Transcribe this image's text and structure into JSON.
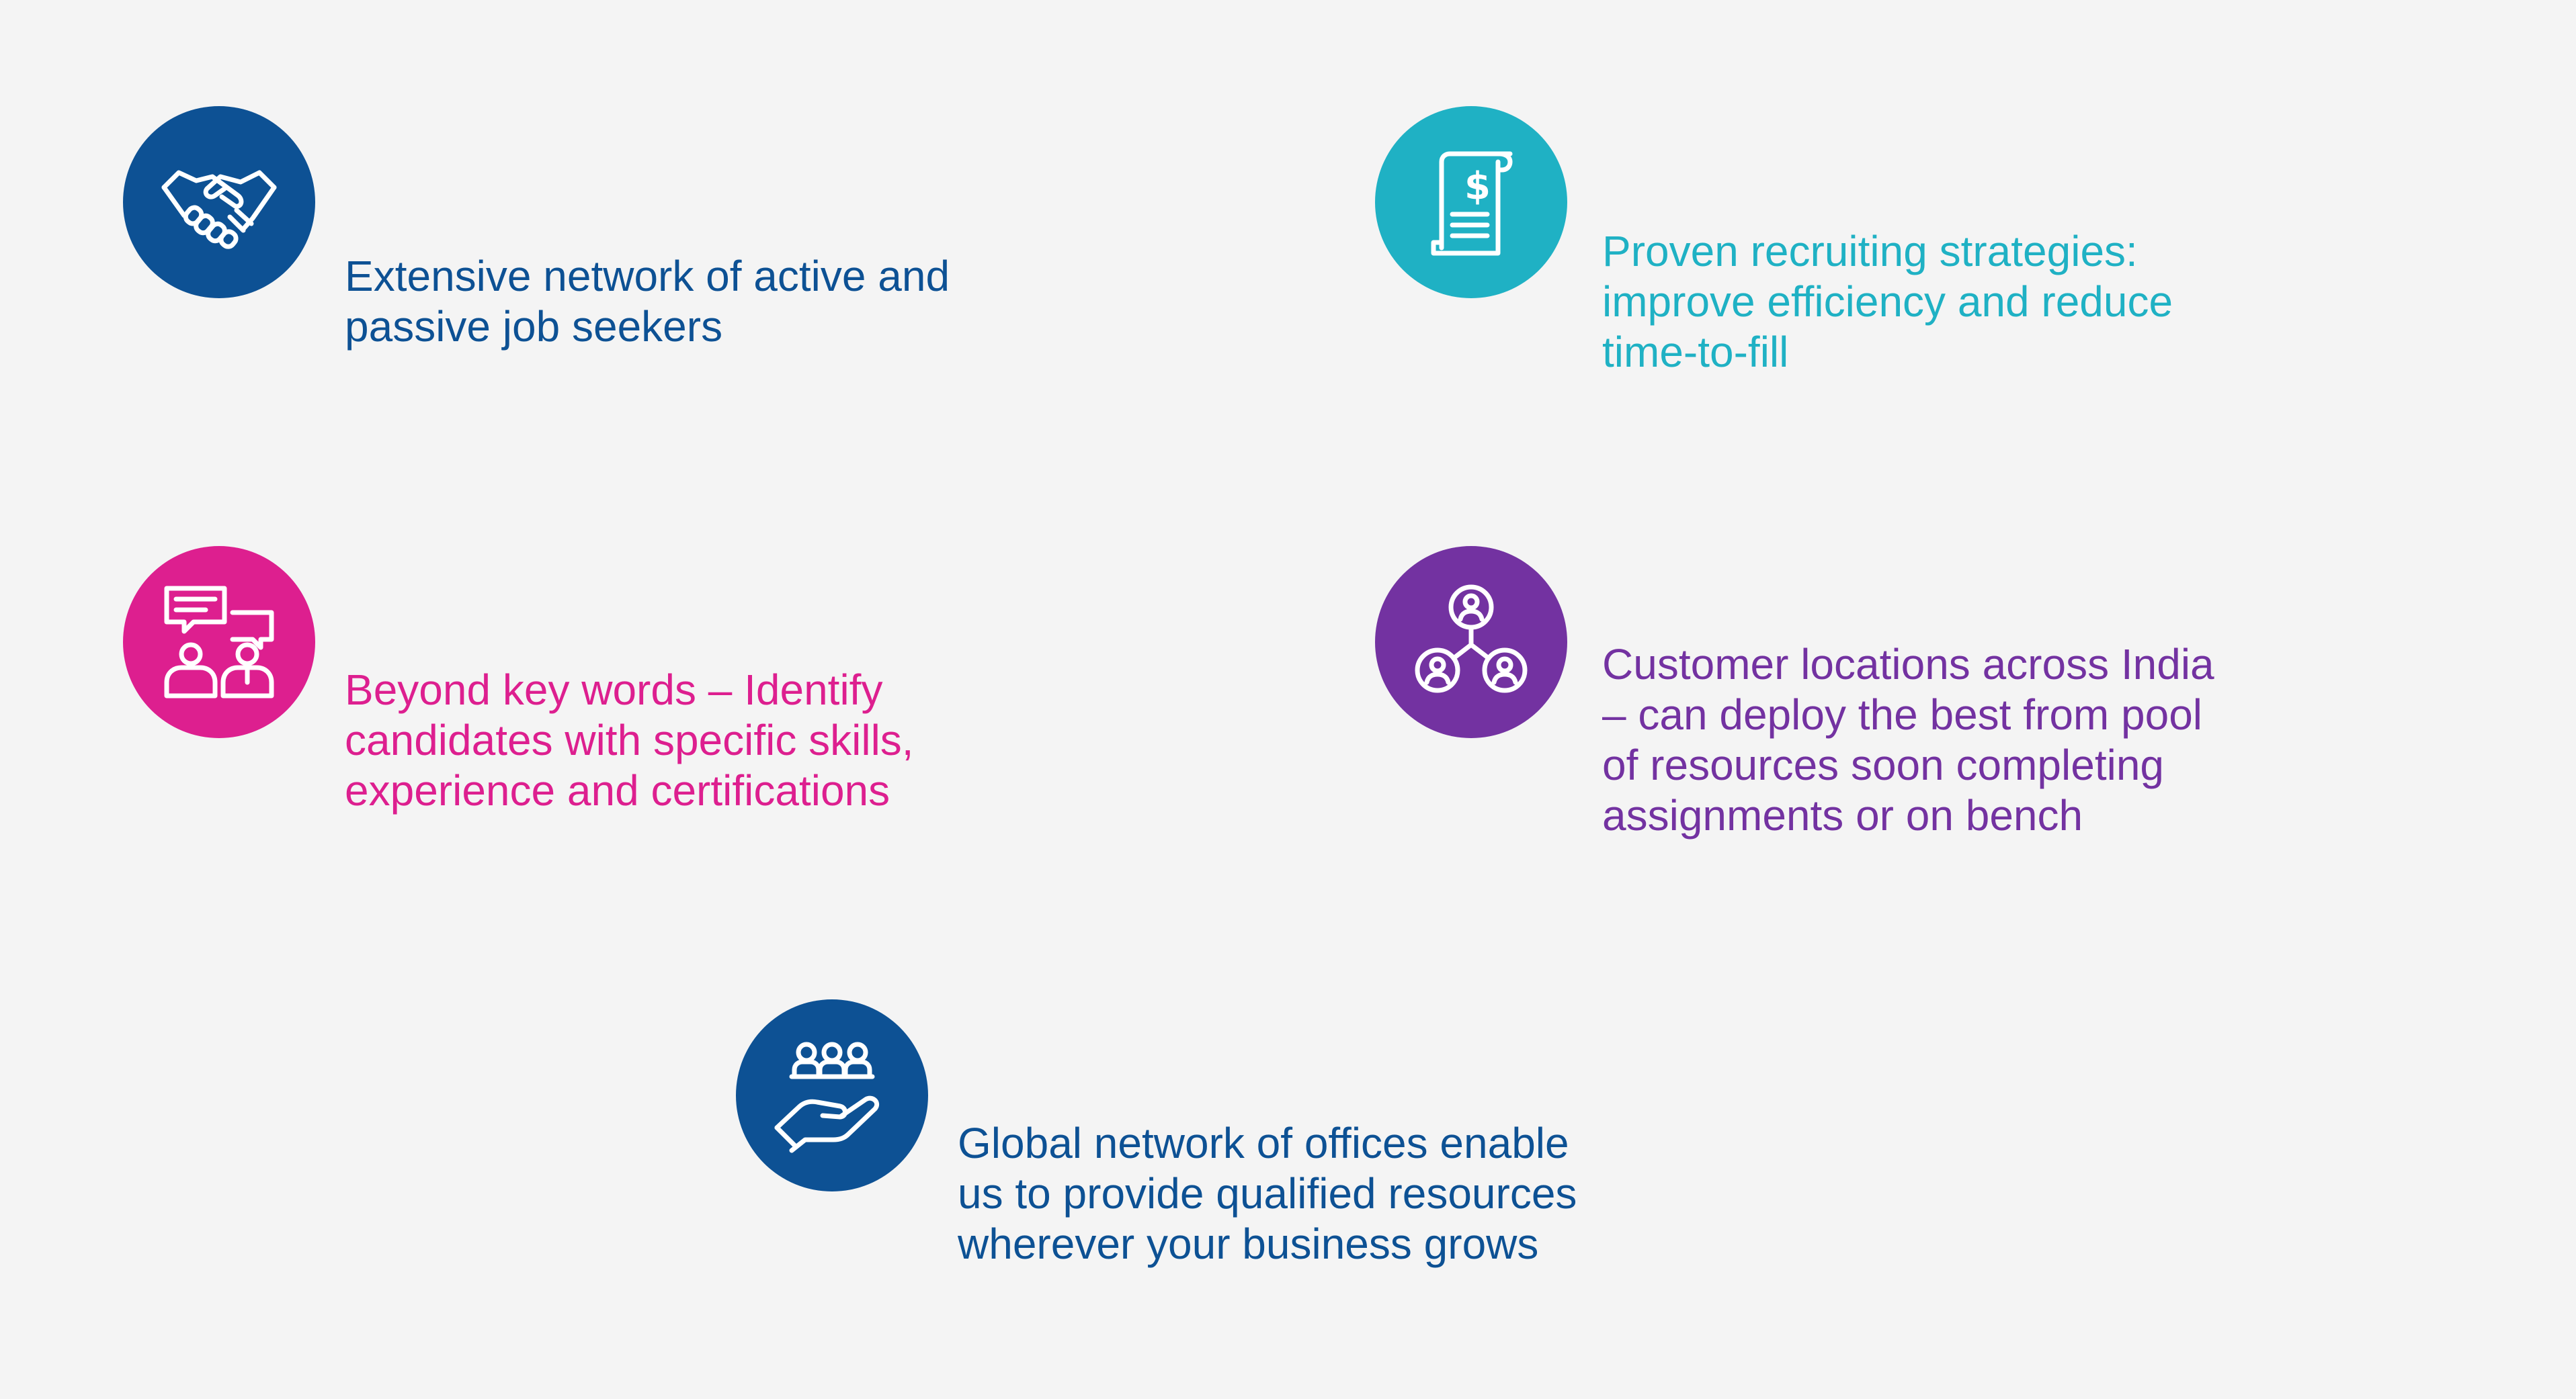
{
  "colors": {
    "background": "#f4f4f4",
    "navy": "#0d5194",
    "teal": "#1fb1c4",
    "magenta": "#dd1f8f",
    "purple": "#7332a1"
  },
  "features": [
    {
      "icon": "handshake-icon",
      "color": "#0d5194",
      "lines": [
        "Extensive network of active and",
        "passive job seekers"
      ]
    },
    {
      "icon": "invoice-icon",
      "color": "#1fb1c4",
      "lines": [
        "Proven recruiting strategies:",
        "improve efficiency and reduce",
        "time-to-fill"
      ]
    },
    {
      "icon": "conversation-icon",
      "color": "#dd1f8f",
      "lines": [
        "Beyond key words – Identify",
        "candidates with specific skills,",
        "experience and certifications"
      ]
    },
    {
      "icon": "people-network-icon",
      "color": "#7332a1",
      "lines": [
        "Customer locations across India",
        "– can deploy the best from pool",
        "of resources soon completing",
        "assignments or on bench"
      ]
    },
    {
      "icon": "hand-holding-team-icon",
      "color": "#0d5194",
      "lines": [
        "Global network of offices enable",
        "us to provide qualified resources",
        "wherever your business grows"
      ]
    }
  ]
}
